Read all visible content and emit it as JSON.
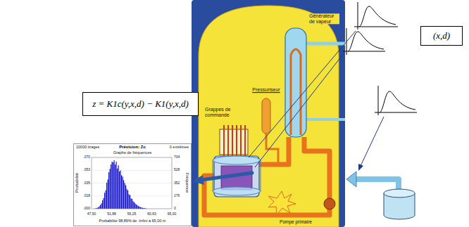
{
  "diagram": {
    "nodes": [
      {
        "text": [
          "z = K1c(y,x,d) − K1(y,x,d)"
        ]
      },
      {
        "text": [
          "(x,d)"
        ]
      },
      {
        "text": [
          "Prévision: Zc"
        ]
      }
    ],
    "labels": [
      "Générateur de vapeur",
      "Pressuriseur",
      "Grappes de commande",
      "Pompe primaire",
      "10000 tirages",
      "Graphe de fréquences",
      "0 extrêmes",
      "Probabilité",
      "Fréquence",
      ".070",
      ".053",
      ".035",
      ".018",
      ".000",
      "704",
      "528",
      "352",
      "176",
      "0",
      "47,50",
      "51,88",
      "56,25",
      "60,63",
      "65,00",
      "Probabilité 98,89% de -Infini à 65,00 m"
    ]
  }
}
